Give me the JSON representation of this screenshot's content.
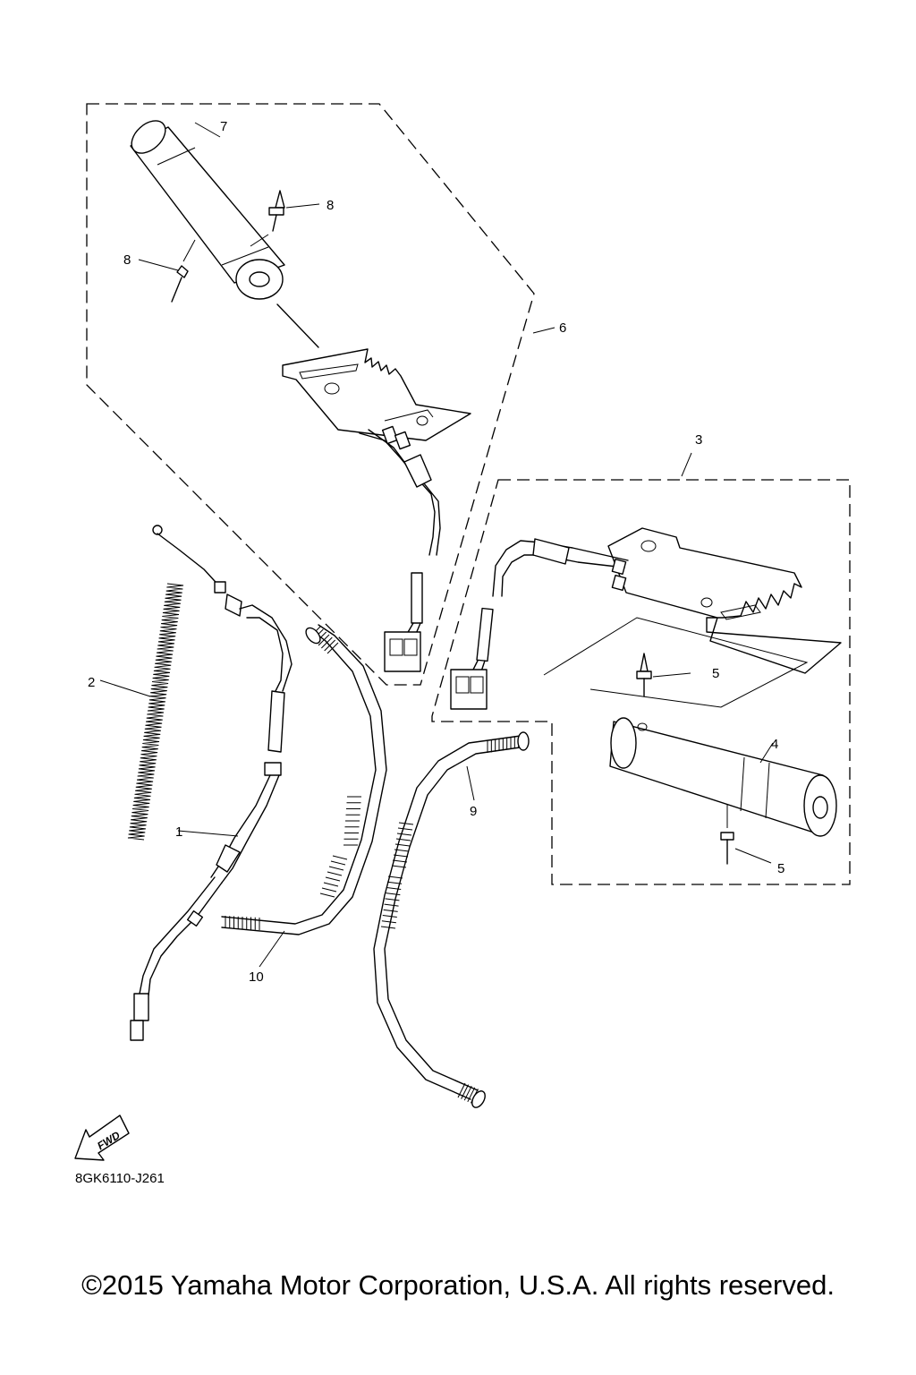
{
  "drawing_code": "8GK6110-J261",
  "copyright": "©2015 Yamaha Motor Corporation, U.S.A. All rights reserved.",
  "fwd_arrow_text": "FWD",
  "callouts": {
    "c1": "1",
    "c2": "2",
    "c3": "3",
    "c4": "4",
    "c5a": "5",
    "c5b": "5",
    "c6": "6",
    "c7": "7",
    "c8a": "8",
    "c8b": "8",
    "c9": "9",
    "c10": "10"
  }
}
